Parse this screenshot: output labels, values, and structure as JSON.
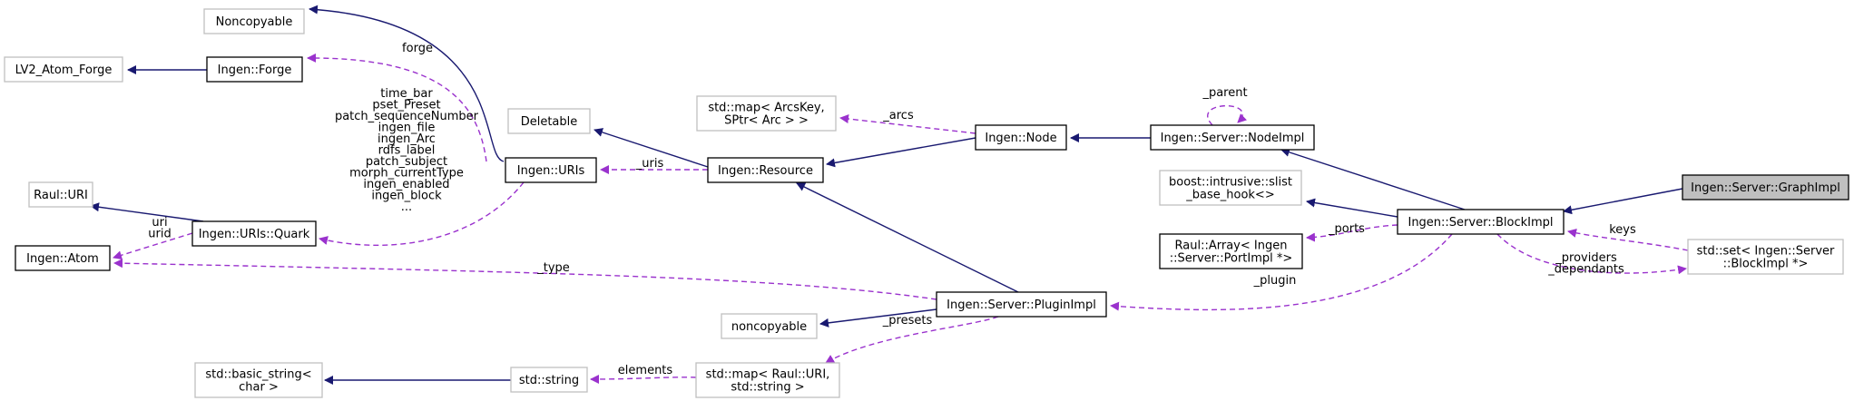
{
  "nodes": [
    {
      "id": "noncopyable_cap",
      "lines": [
        "Noncopyable"
      ],
      "style": "plain"
    },
    {
      "id": "forge",
      "lines": [
        "Ingen::Forge"
      ],
      "style": "strong"
    },
    {
      "id": "lv2forge",
      "lines": [
        "LV2_Atom_Forge"
      ],
      "style": "plain"
    },
    {
      "id": "deletable",
      "lines": [
        "Deletable"
      ],
      "style": "plain"
    },
    {
      "id": "uris",
      "lines": [
        "Ingen::URIs"
      ],
      "style": "strong"
    },
    {
      "id": "rauluri",
      "lines": [
        "Raul::URI"
      ],
      "style": "plain"
    },
    {
      "id": "quark",
      "lines": [
        "Ingen::URIs::Quark"
      ],
      "style": "strong"
    },
    {
      "id": "atom",
      "lines": [
        "Ingen::Atom"
      ],
      "style": "strong"
    },
    {
      "id": "arcsmap",
      "lines": [
        "std::map< ArcsKey,",
        "SPtr< Arc > >"
      ],
      "style": "plain"
    },
    {
      "id": "resource",
      "lines": [
        "Ingen::Resource"
      ],
      "style": "strong"
    },
    {
      "id": "node",
      "lines": [
        "Ingen::Node"
      ],
      "style": "strong"
    },
    {
      "id": "nodeimpl",
      "lines": [
        "Ingen::Server::NodeImpl"
      ],
      "style": "strong"
    },
    {
      "id": "slist",
      "lines": [
        "boost::intrusive::slist",
        "_base_hook<>"
      ],
      "style": "plain"
    },
    {
      "id": "blockimpl",
      "lines": [
        "Ingen::Server::BlockImpl"
      ],
      "style": "strong"
    },
    {
      "id": "graphimpl",
      "lines": [
        "Ingen::Server::GraphImpl"
      ],
      "style": "focus"
    },
    {
      "id": "raularray",
      "lines": [
        "Raul::Array< Ingen",
        "::Server::PortImpl *>"
      ],
      "style": "strong"
    },
    {
      "id": "stdset",
      "lines": [
        "std::set< Ingen::Server",
        "::BlockImpl *>"
      ],
      "style": "plain"
    },
    {
      "id": "pluginimpl",
      "lines": [
        "Ingen::Server::PluginImpl"
      ],
      "style": "strong"
    },
    {
      "id": "noncopyable_low",
      "lines": [
        "noncopyable"
      ],
      "style": "plain"
    },
    {
      "id": "basicstring",
      "lines": [
        "std::basic_string<",
        "char >"
      ],
      "style": "plain"
    },
    {
      "id": "stdstring",
      "lines": [
        "std::string"
      ],
      "style": "plain"
    },
    {
      "id": "urimap",
      "lines": [
        "std::map< Raul::URI,",
        "std::string >"
      ],
      "style": "plain"
    }
  ],
  "edges": [
    {
      "id": "uris_to_noncopyable",
      "kind": "inherit",
      "label": []
    },
    {
      "id": "forge_to_lv2forge",
      "kind": "inherit",
      "label": []
    },
    {
      "id": "forge_to_uris",
      "kind": "use",
      "label": [
        "forge"
      ]
    },
    {
      "id": "quark_to_rauluri",
      "kind": "inherit",
      "label": []
    },
    {
      "id": "quark_to_uris",
      "kind": "use",
      "label": [
        "time_bar",
        "pset_Preset",
        "patch_sequenceNumber",
        "ingen_file",
        "ingen_Arc",
        "rdfs_label",
        "patch_subject",
        "morph_currentType",
        "ingen_enabled",
        "ingen_block",
        "..."
      ]
    },
    {
      "id": "atom_to_quark",
      "kind": "use",
      "label": [
        "uri",
        "urid"
      ]
    },
    {
      "id": "resource_to_deletable",
      "kind": "inherit",
      "label": []
    },
    {
      "id": "uris_to_resource",
      "kind": "use",
      "label": [
        "_uris"
      ]
    },
    {
      "id": "node_to_resource",
      "kind": "inherit",
      "label": []
    },
    {
      "id": "arcsmap_to_node",
      "kind": "use",
      "label": [
        "_arcs"
      ]
    },
    {
      "id": "nodeimpl_to_node",
      "kind": "inherit",
      "label": []
    },
    {
      "id": "nodeimpl_self",
      "kind": "use",
      "label": [
        "_parent"
      ]
    },
    {
      "id": "blockimpl_to_nodeimpl",
      "kind": "inherit",
      "label": []
    },
    {
      "id": "blockimpl_to_slist",
      "kind": "inherit",
      "label": []
    },
    {
      "id": "graphimpl_to_blockimpl",
      "kind": "inherit",
      "label": []
    },
    {
      "id": "raularray_to_blockimpl",
      "kind": "use",
      "label": [
        "_ports"
      ]
    },
    {
      "id": "stdset_to_blockimpl",
      "kind": "use",
      "label": [
        "keys"
      ]
    },
    {
      "id": "blockimpl_to_stdset",
      "kind": "use",
      "label": [
        "_providers",
        "_dependants"
      ]
    },
    {
      "id": "pluginimpl_to_blockimpl",
      "kind": "use",
      "label": [
        "_plugin"
      ]
    },
    {
      "id": "atom_to_pluginimpl",
      "kind": "use",
      "label": [
        "_type"
      ]
    },
    {
      "id": "pluginimpl_to_resource",
      "kind": "inherit",
      "label": []
    },
    {
      "id": "pluginimpl_to_noncopyable",
      "kind": "inherit",
      "label": []
    },
    {
      "id": "urimap_to_pluginimpl",
      "kind": "use",
      "label": [
        "_presets"
      ]
    },
    {
      "id": "stdstring_to_basicstring",
      "kind": "inherit",
      "label": []
    },
    {
      "id": "stdstring_to_urimap",
      "kind": "use",
      "label": [
        "elements"
      ]
    }
  ],
  "colors": {
    "inherit": "#191970",
    "use": "#9a32cd",
    "plain_border": "#bfbfbf",
    "strong_border": "#000000",
    "focus_fill": "#bfbfbf"
  }
}
